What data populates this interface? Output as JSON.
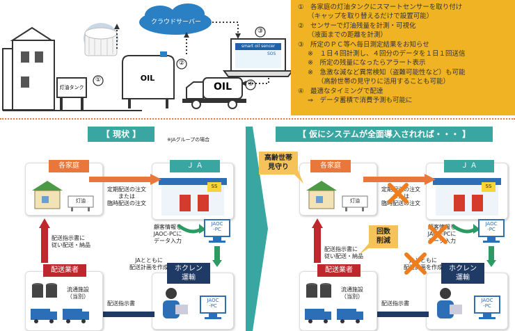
{
  "top": {
    "cloud_label": "クラウドサーバー",
    "tank_label": "灯油タンク",
    "oil_label": "OIL",
    "truck_label": "OIL",
    "sensor_screen_title": "smart oil sencer",
    "sensor_screen_badge": "SOS",
    "steps": [
      "①",
      "②",
      "③",
      "④"
    ]
  },
  "notes": [
    "①　各家庭の灯油タンクにスマートセンサーを取り付け",
    "（キャップを取り替えるだけで設置可能）",
    "②　センサーで灯油残量を計測・可視化",
    "（液面までの距離を計測）",
    "③　所定のＰＣ等へ毎日測定結果をお知らせ",
    "※　１日４回計測し、４回分のデータを１日１回送信",
    "※　所定の残量になったらアラート表示",
    "※　急激な減など異常検知（盗難可能性など）も可能",
    "（高齢世帯の見守りに活用することも可能）",
    "④　最適なタイミングで配達",
    "⇒　データ蓄積で消費予測も可能に"
  ],
  "left": {
    "title": "【 現状 】",
    "note": "※JAグループの場合",
    "household": "各家庭",
    "ja": "Ｊ Ａ",
    "delivery": "配送業者",
    "hokuren": "ホクレン\n運輸",
    "order_text": "定期配送の注文\nまたは\n臨時配送の注文",
    "customer_text": "顧客情報を\nJAOC-PCに\nデータ入力",
    "plan_text": "JAとともに\n配送計画を作成",
    "instruction_follow": "配送指示書に\n従い配送・納品",
    "instruction": "配送指示書",
    "facility": "流通施設\n（当別）",
    "pc1": "JAOC\n-PC",
    "pc2": "JAOC\n-PC",
    "tank": "灯油",
    "ss": "SS"
  },
  "right": {
    "title": "【 仮にシステムが全面導入されれば・・・ 】",
    "household": "各家庭",
    "ja": "Ｊ Ａ",
    "delivery": "配送業者",
    "hokuren": "ホクレン\n運輸",
    "order_text": "定期配送の注文\nまたは\n臨時配送の注文",
    "customer_text": "顧客情報を\nJAOC-PCに\nデータ入力",
    "plan_text": "JAとともに\n配送計画を作成",
    "instruction_follow": "配送指示書に\n従い配送・納品",
    "instruction": "配送指示書",
    "facility": "流通施設\n（当別）",
    "pc1": "JAOC\n-PC",
    "pc2": "JAOC\n-PC",
    "tank": "灯油",
    "ss": "SS",
    "callout_elderly": "高齢世帯\n見守り",
    "callout_reduce": "回数\n削減"
  },
  "colors": {
    "teal": "#3aa6a1",
    "orange": "#e9763a",
    "red": "#c0272d",
    "navy": "#1f3a64",
    "blue": "#2c6fb7",
    "green": "#2e9a63",
    "yellow": "#f0b323",
    "cross": "#ef7d1e"
  }
}
